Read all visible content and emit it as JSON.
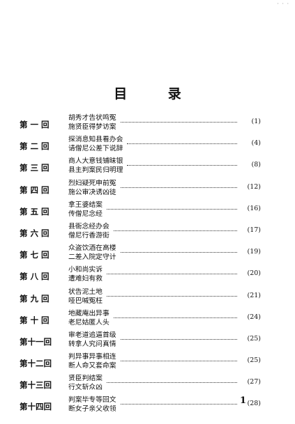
{
  "corner_mark": "· · ·",
  "title": "目 录",
  "entries": [
    {
      "chapter": "第 一 回",
      "line1": "胡秀才告状鸣冤",
      "line2": "施贤臣得梦访案",
      "page": "(1)"
    },
    {
      "chapter": "第 二 回",
      "line1": "探消息知县看办会",
      "line2": "请僧尼公差下说辞",
      "page": "(4)"
    },
    {
      "chapter": "第 三 回",
      "line1": "商人大意钱铺昧银",
      "line2": "县主判案民归明理",
      "page": "(8)"
    },
    {
      "chapter": "第 四 回",
      "line1": "烈妇疑死申前冤",
      "line2": "施公审决诱凶徒",
      "page": "(12)"
    },
    {
      "chapter": "第 五 回",
      "line1": "拿王婆结案",
      "line2": "传僧尼念经",
      "page": "(16)"
    },
    {
      "chapter": "第 六 回",
      "line1": "县衙念经办会",
      "line2": "僧尼行香游街",
      "page": "(17)"
    },
    {
      "chapter": "第 七 回",
      "line1": "众盗饮酒在高楼",
      "line2": "二差入院定守计",
      "page": "(19)"
    },
    {
      "chapter": "第 八 回",
      "line1": "小和尚实诉",
      "line2": "遭难妇有救",
      "page": "(20)"
    },
    {
      "chapter": "第 九 回",
      "line1": "状告泥土地",
      "line2": "哑巴喊冤枉",
      "page": "(21)"
    },
    {
      "chapter": "第 十 回",
      "line1": "地藏庵出异事",
      "line2": "老尼姑匿人头",
      "page": "(24)"
    },
    {
      "chapter": "第十一回",
      "line1": "审老道追逼首级",
      "line2": "转拿人究问真情",
      "page": "(25)"
    },
    {
      "chapter": "第十二回",
      "line1": "判异事异事相连",
      "line2": "断人命又套命案",
      "page": "(25)"
    },
    {
      "chapter": "第十三回",
      "line1": "贤臣判结案",
      "line2": "行文斩众凶",
      "page": "(27)"
    },
    {
      "chapter": "第十四回",
      "line1": "判案毕专等回文",
      "line2": "断女子亲父收领",
      "page": "(28)"
    }
  ],
  "page_number": "1"
}
